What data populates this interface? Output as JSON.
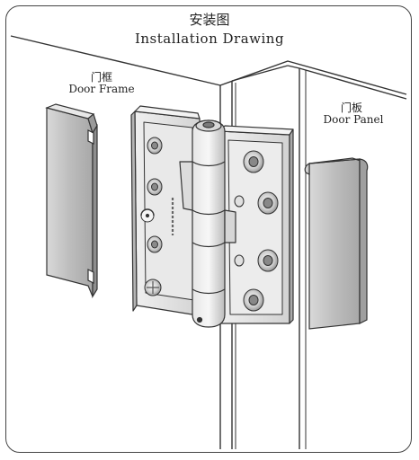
{
  "header": {
    "title_cn": "安装图",
    "title_en": "Installation Drawing"
  },
  "labels": {
    "door_frame_cn": "门框",
    "door_frame_en": "Door Frame",
    "door_panel_cn": "门板",
    "door_panel_en": "Door Panel"
  },
  "colors": {
    "line": "#333333",
    "metal_light": "#e3e3e3",
    "metal_mid": "#c8c8c8",
    "metal_dark": "#9a9a9a"
  }
}
